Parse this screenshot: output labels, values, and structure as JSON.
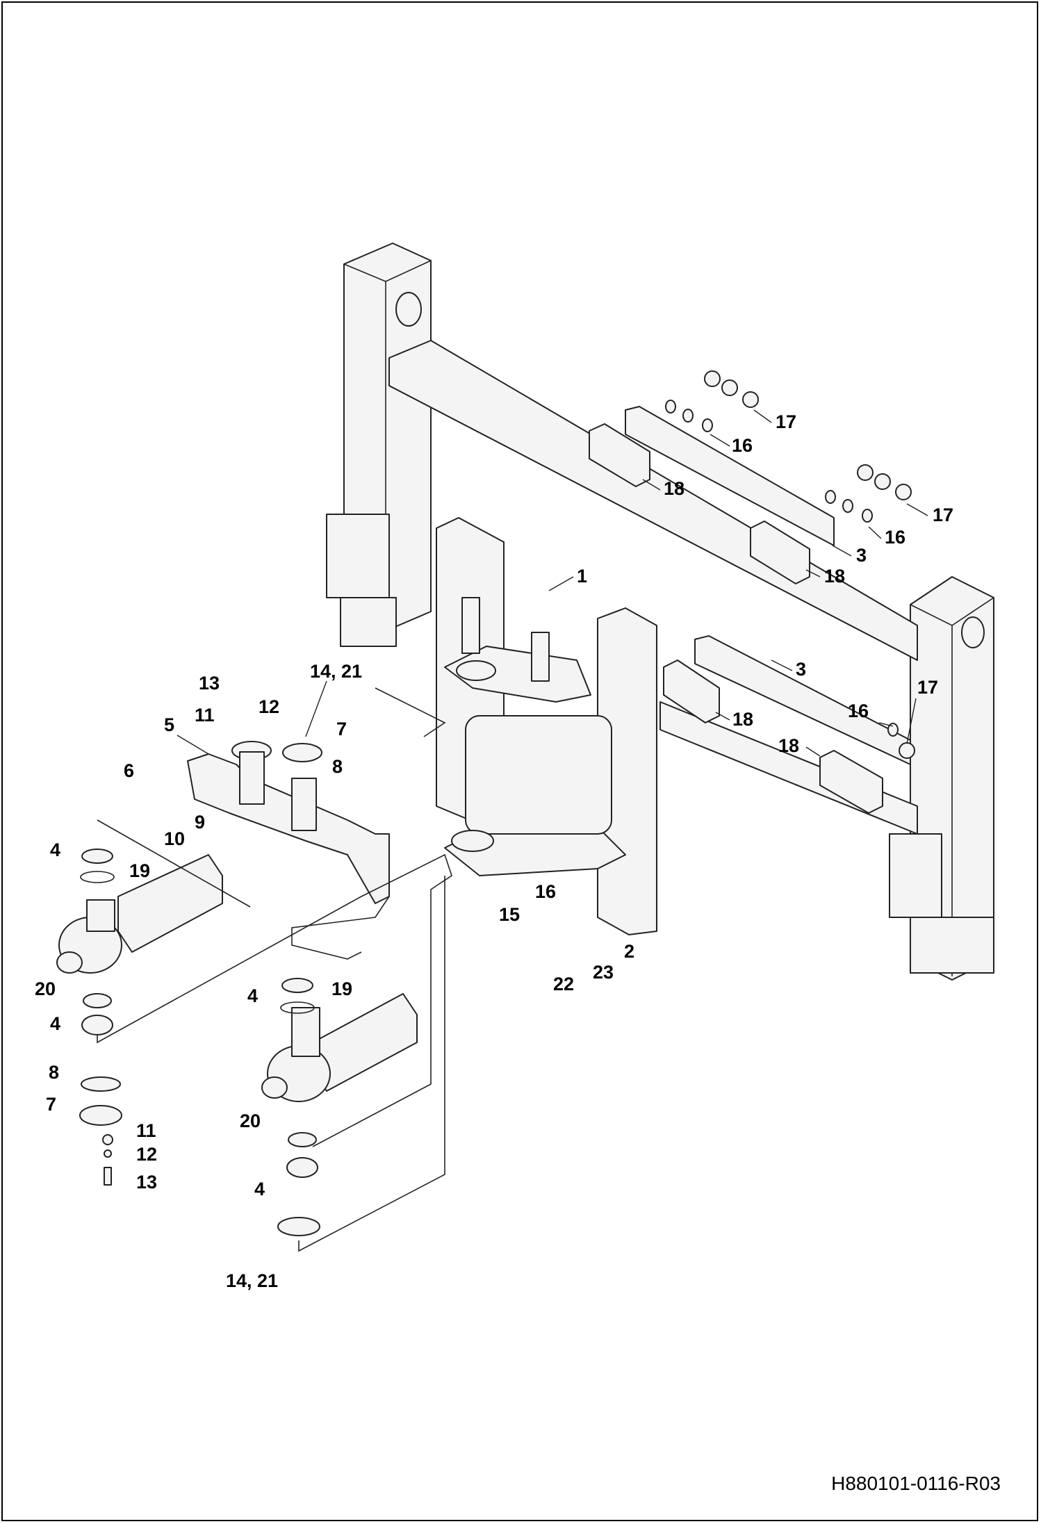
{
  "document_code": "H880101-0116-R03",
  "callouts": [
    "1",
    "2",
    "3",
    "3",
    "4",
    "4",
    "4",
    "4",
    "5",
    "6",
    "7",
    "7",
    "8",
    "8",
    "9",
    "10",
    "11",
    "11",
    "12",
    "12",
    "13",
    "13",
    "14, 21",
    "14, 21",
    "15",
    "16",
    "16",
    "16",
    "16",
    "17",
    "17",
    "17",
    "18",
    "18",
    "18",
    "18",
    "19",
    "19",
    "20",
    "20",
    "22",
    "23"
  ]
}
